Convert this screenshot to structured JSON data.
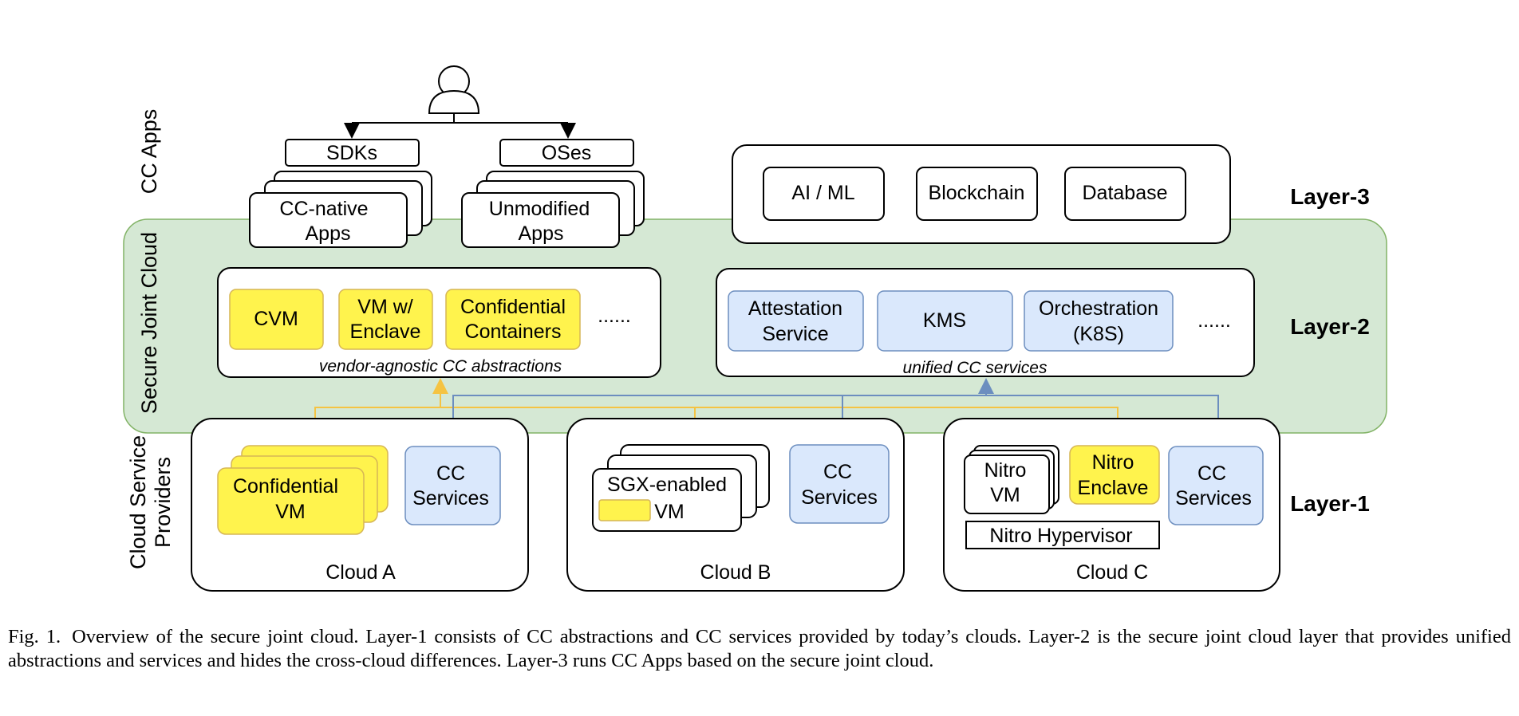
{
  "layers": {
    "layer3": "Layer-3",
    "layer2": "Layer-2",
    "layer1": "Layer-1"
  },
  "side_labels": {
    "cc_apps": "CC Apps",
    "secure_joint_cloud": "Secure Joint Cloud",
    "csp_line1": "Cloud Service",
    "csp_line2": "Providers"
  },
  "apps": {
    "sdks": "SDKs",
    "oses": "OSes",
    "cc_native_line1": "CC-native",
    "cc_native_line2": "Apps",
    "unmodified_line1": "Unmodified",
    "unmodified_line2": "Apps",
    "ai_ml": "AI / ML",
    "blockchain": "Blockchain",
    "database": "Database"
  },
  "abstractions": {
    "cvm": "CVM",
    "vm_enclave_line1": "VM w/",
    "vm_enclave_line2": "Enclave",
    "containers_line1": "Confidential",
    "containers_line2": "Containers",
    "more": "......",
    "caption": "vendor-agnostic CC abstractions"
  },
  "services": {
    "attestation_line1": "Attestation",
    "attestation_line2": "Service",
    "kms": "KMS",
    "orchestration_line1": "Orchestration",
    "orchestration_line2": "(K8S)",
    "more": "......",
    "caption": "unified CC services"
  },
  "clouds": {
    "a": {
      "name": "Cloud A",
      "conf_vm_line1": "Confidential",
      "conf_vm_line2": "VM",
      "cc_line1": "CC",
      "cc_line2": "Services"
    },
    "b": {
      "name": "Cloud B",
      "sgx_line1": "SGX-enabled",
      "sgx_line2": "VM",
      "cc_line1": "CC",
      "cc_line2": "Services"
    },
    "c": {
      "name": "Cloud C",
      "nitro_vm_line1": "Nitro",
      "nitro_vm_line2": "VM",
      "nitro_enclave_line1": "Nitro",
      "nitro_enclave_line2": "Enclave",
      "hypervisor": "Nitro Hypervisor",
      "cc_line1": "CC",
      "cc_line2": "Services"
    }
  },
  "caption": {
    "label": "Fig. 1.",
    "text": "Overview of the secure joint cloud. Layer-1 consists of CC abstractions and CC services provided by today’s clouds. Layer-2 is the secure joint cloud layer that provides unified abstractions and services and hides the cross-cloud differences. Layer-3 runs CC Apps based on the secure joint cloud."
  },
  "colors": {
    "yellow_fill": "#fff34d",
    "yellow_stroke": "#d6b656",
    "blue_fill": "#dae8fc",
    "blue_stroke": "#6c8ebf",
    "green_fill": "#d5e8d4",
    "green_stroke": "#82b366",
    "yellow_arrow": "#f5c342",
    "blue_arrow": "#6c8ebf"
  }
}
